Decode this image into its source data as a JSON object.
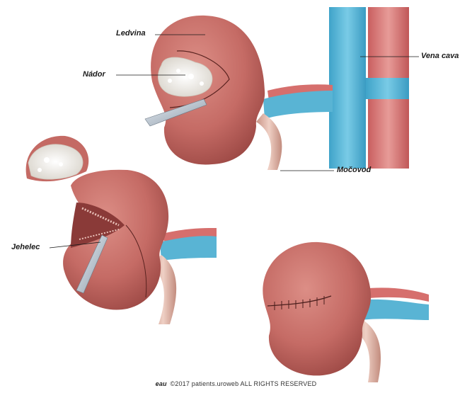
{
  "labels": {
    "ledvina": "Ledvina",
    "nador": "Nádor",
    "vena_cava": "Vena cava",
    "mocovod": "Močovod",
    "jehelec": "Jehelec"
  },
  "credit": {
    "logo": "eau",
    "text": "©2017 patients.uroweb ALL RIGHTS RESERVED"
  },
  "colors": {
    "kidney": "#c9706a",
    "kidney_dark": "#a8514d",
    "vein": "#5ab7d6",
    "artery": "#d77a78",
    "ureter": "#dcb0a3",
    "tumor": "#f2efe9"
  }
}
